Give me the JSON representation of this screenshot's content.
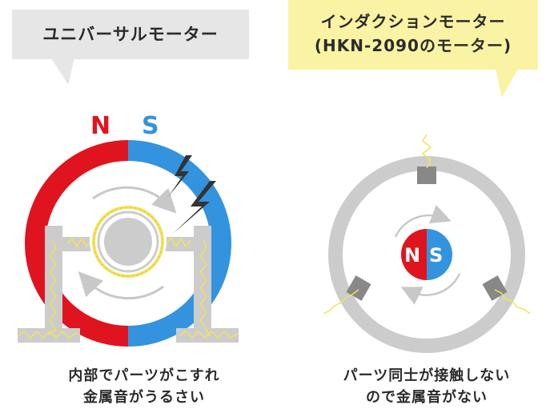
{
  "left_panel": {
    "title": "ユニバーサルモーター",
    "pole_n": "N",
    "pole_s": "S",
    "caption_line1": "内部でパーツがこすれ",
    "caption_line2": "金属音がうるさい"
  },
  "right_panel": {
    "title_line1": "インダクションモーター",
    "title_line2": "(HKN-2090のモーター)",
    "rotor_n": "N",
    "rotor_s": "S",
    "caption_line1": "パーツ同士が接触しない",
    "caption_line2": "ので金属音がない"
  },
  "colors": {
    "north": "#e0141e",
    "south": "#3493de",
    "metal": "#cccccc",
    "spark": "#f3e35a",
    "bubble_grey": "#e6e6e6",
    "bubble_yellow": "#fbf3a4"
  }
}
